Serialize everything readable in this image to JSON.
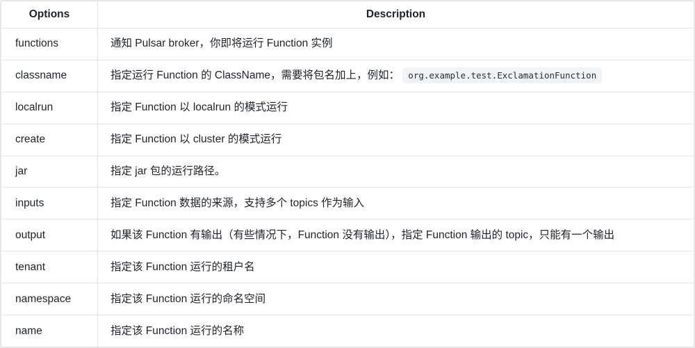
{
  "table": {
    "headers": {
      "options": "Options",
      "description": "Description"
    },
    "rows": [
      {
        "option": "functions",
        "description": "通知 Pulsar broker，你即将运行 Function 实例"
      },
      {
        "option": "classname",
        "description": "指定运行 Function 的 ClassName，需要将包名加上，例如：",
        "code": "org.example.test.ExclamationFunction"
      },
      {
        "option": "localrun",
        "description": "指定 Function 以 localrun 的模式运行"
      },
      {
        "option": "create",
        "description": "指定 Function 以 cluster 的模式运行"
      },
      {
        "option": "jar",
        "description": "指定 jar 包的运行路径。"
      },
      {
        "option": "inputs",
        "description": "指定 Function 数据的来源，支持多个 topics 作为输入"
      },
      {
        "option": "output",
        "description": "如果该 Function 有输出（有些情况下，Function 没有输出），指定 Function 输出的 topic，只能有一个输出"
      },
      {
        "option": "tenant",
        "description": "指定该 Function 运行的租户名"
      },
      {
        "option": "namespace",
        "description": "指定该 Function 运行的命名空间"
      },
      {
        "option": "name",
        "description": "指定该 Function 运行的名称"
      }
    ],
    "colors": {
      "border": "#e3e5e7",
      "code_background": "#f2f3f5",
      "text": "#1f2328",
      "table_background": "#ffffff"
    }
  }
}
